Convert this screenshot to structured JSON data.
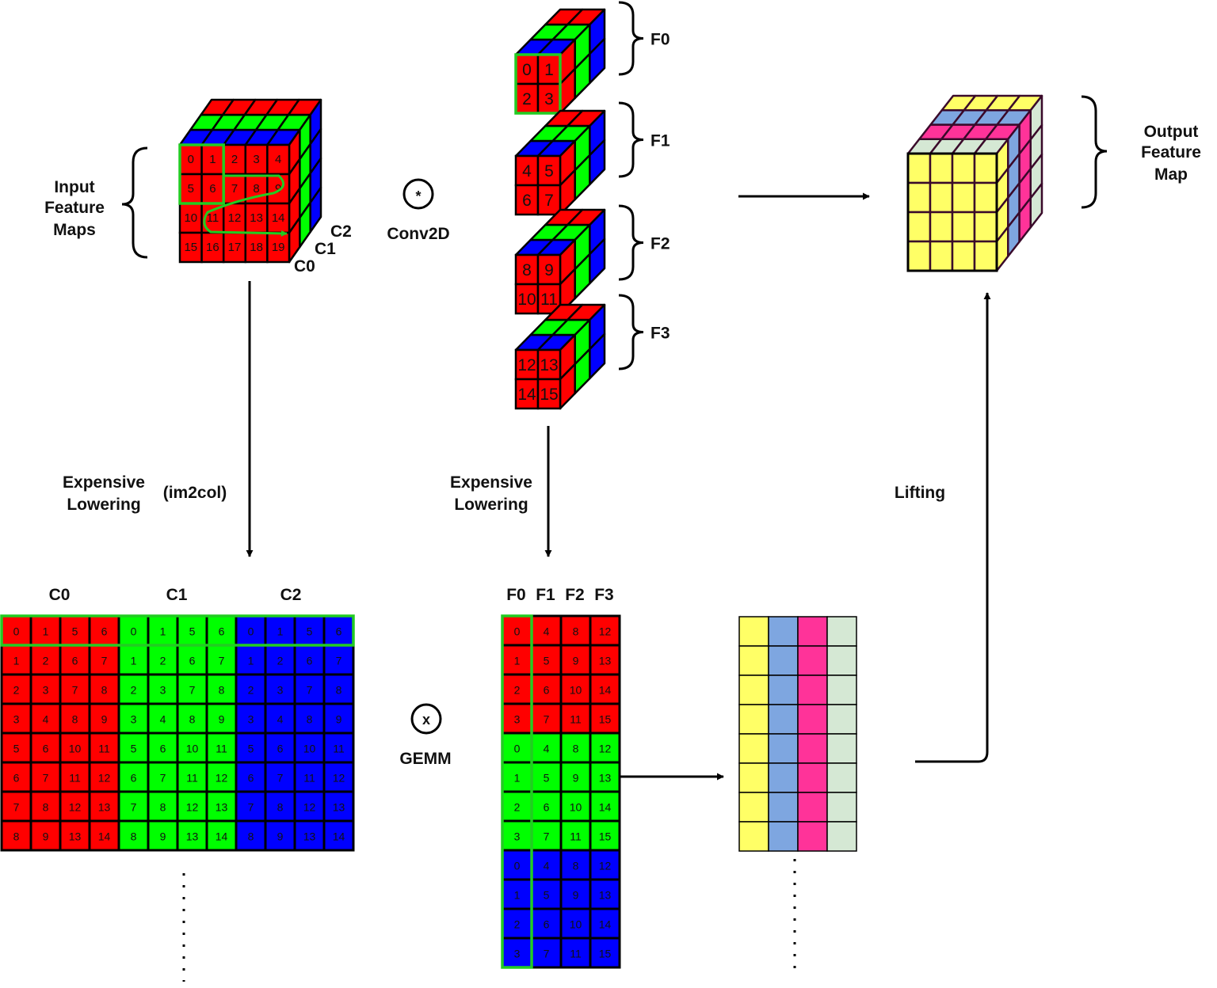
{
  "colors": {
    "red": "#ff0000",
    "green": "#00ff00",
    "blue": "#0000ff",
    "yellow": "#ffff66",
    "lightblue": "#7ea6e0",
    "pink": "#ff3399",
    "mint": "#d5e8d4",
    "highlight": "#22cc22"
  },
  "labels": {
    "input_feature_maps": [
      "Input",
      "Feature",
      "Maps"
    ],
    "conv2d": "Conv2D",
    "conv_symbol": "*",
    "gemm": "GEMM",
    "gemm_symbol": "x",
    "lowering_left": [
      "Expensive",
      "Lowering"
    ],
    "im2col": "(im2col)",
    "lowering_mid": [
      "Expensive",
      "Lowering"
    ],
    "lifting": "Lifting",
    "output_feature_map": [
      "Output",
      "Feature",
      "Map"
    ],
    "channels": [
      "C2",
      "C1",
      "C0"
    ],
    "filters": [
      "F0",
      "F1",
      "F2",
      "F3"
    ]
  },
  "input_cube": {
    "front_numbers": [
      [
        "0",
        "1",
        "2",
        "3",
        "4"
      ],
      [
        "5",
        "6",
        "7",
        "8",
        "9"
      ],
      [
        "10",
        "11",
        "12",
        "13",
        "14"
      ],
      [
        "15",
        "16",
        "17",
        "18",
        "19"
      ]
    ]
  },
  "filter_cubes": [
    {
      "name": "F0",
      "numbers": [
        [
          "0",
          "1"
        ],
        [
          "2",
          "3"
        ]
      ]
    },
    {
      "name": "F1",
      "numbers": [
        [
          "4",
          "5"
        ],
        [
          "6",
          "7"
        ]
      ]
    },
    {
      "name": "F2",
      "numbers": [
        [
          "8",
          "9"
        ],
        [
          "10",
          "11"
        ]
      ]
    },
    {
      "name": "F3",
      "numbers": [
        [
          "12",
          "13"
        ],
        [
          "14",
          "15"
        ]
      ]
    }
  ],
  "input_matrix": {
    "headers": [
      "C0",
      "C1",
      "C2"
    ],
    "rows": [
      [
        "0",
        "1",
        "5",
        "6"
      ],
      [
        "1",
        "2",
        "6",
        "7"
      ],
      [
        "2",
        "3",
        "7",
        "8"
      ],
      [
        "3",
        "4",
        "8",
        "9"
      ],
      [
        "5",
        "6",
        "10",
        "11"
      ],
      [
        "6",
        "7",
        "11",
        "12"
      ],
      [
        "7",
        "8",
        "12",
        "13"
      ],
      [
        "8",
        "9",
        "13",
        "14"
      ]
    ]
  },
  "filter_matrix": {
    "headers": [
      "F0",
      "F1",
      "F2",
      "F3"
    ],
    "rows": [
      [
        "0",
        "4",
        "8",
        "12"
      ],
      [
        "1",
        "5",
        "9",
        "13"
      ],
      [
        "2",
        "6",
        "10",
        "14"
      ],
      [
        "3",
        "7",
        "11",
        "15"
      ]
    ]
  }
}
